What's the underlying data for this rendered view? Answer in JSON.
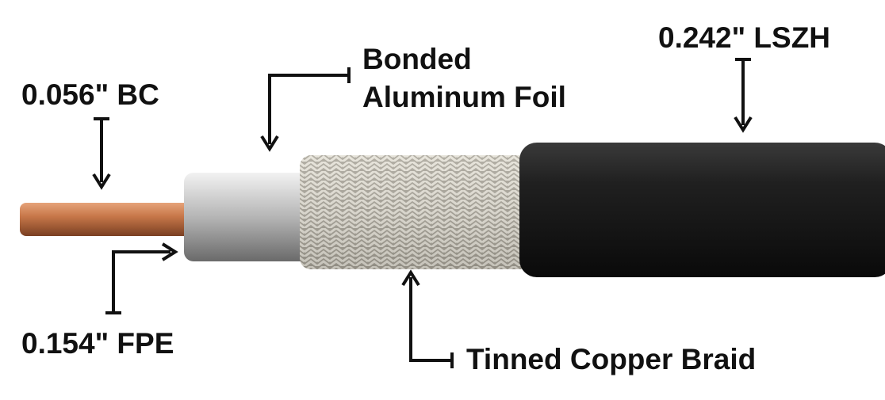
{
  "labels": {
    "conductor": "0.056\" BC",
    "foil_line1": "Bonded",
    "foil_line2": "Aluminum Foil",
    "jacket": "0.242\" LSZH",
    "dielectric": "0.154\" FPE",
    "braid": "Tinned Copper Braid"
  },
  "colors": {
    "copper": "#c8784a",
    "foil": "#c9c9c9",
    "braid": "#b8b4a8",
    "jacket": "#1c1c1c",
    "annotation": "#111111"
  }
}
